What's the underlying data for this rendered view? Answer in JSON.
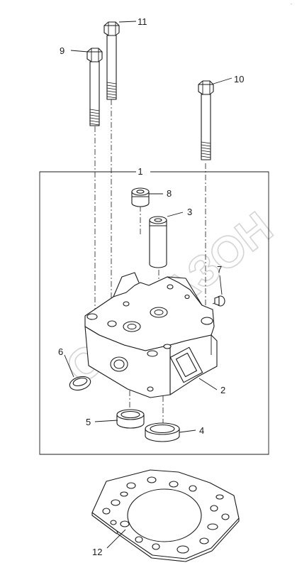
{
  "corner_mark": "-",
  "watermark": "ОМЕГАЗОН",
  "callouts": [
    {
      "id": "1",
      "part": "cylinder-head-assembly"
    },
    {
      "id": "2",
      "part": "cylinder-head"
    },
    {
      "id": "3",
      "part": "valve-guide"
    },
    {
      "id": "4",
      "part": "valve-seat-exhaust"
    },
    {
      "id": "5",
      "part": "valve-seat-intake"
    },
    {
      "id": "6",
      "part": "sealing-ring"
    },
    {
      "id": "7",
      "part": "plug"
    },
    {
      "id": "8",
      "part": "valve-stem-seal"
    },
    {
      "id": "9",
      "part": "head-bolt-short"
    },
    {
      "id": "10",
      "part": "head-bolt-right"
    },
    {
      "id": "11",
      "part": "head-bolt-long"
    },
    {
      "id": "12",
      "part": "cylinder-head-gasket"
    }
  ]
}
